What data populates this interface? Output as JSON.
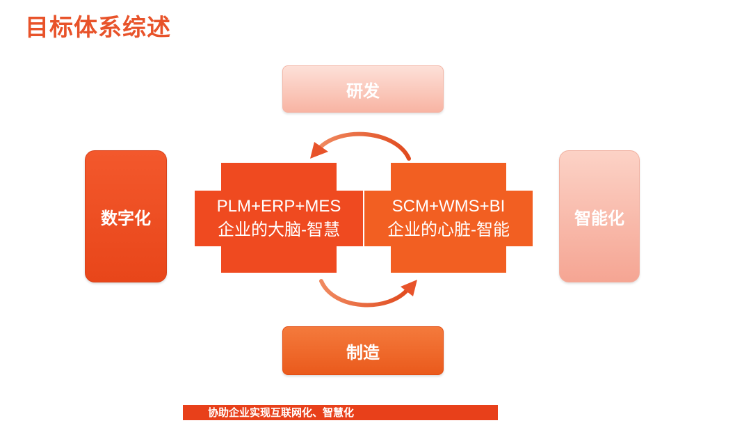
{
  "title": "目标体系综述",
  "top_box": "研发",
  "bottom_box": "制造",
  "left_box": "数字化",
  "right_box": "智能化",
  "center_left": {
    "line1": "PLM+ERP+MES",
    "line2": "企业的大脑-智慧"
  },
  "center_right": {
    "line1": "SCM+WMS+BI",
    "line2": "企业的心脏-智能"
  },
  "footer": "协助企业实现互联网化、智慧化",
  "colors": {
    "accent": "#e8532a",
    "left_center": "#ef4a20",
    "right_center": "#f25f22",
    "light_box": "#f8b4a3",
    "arrow": "#e8532a"
  }
}
